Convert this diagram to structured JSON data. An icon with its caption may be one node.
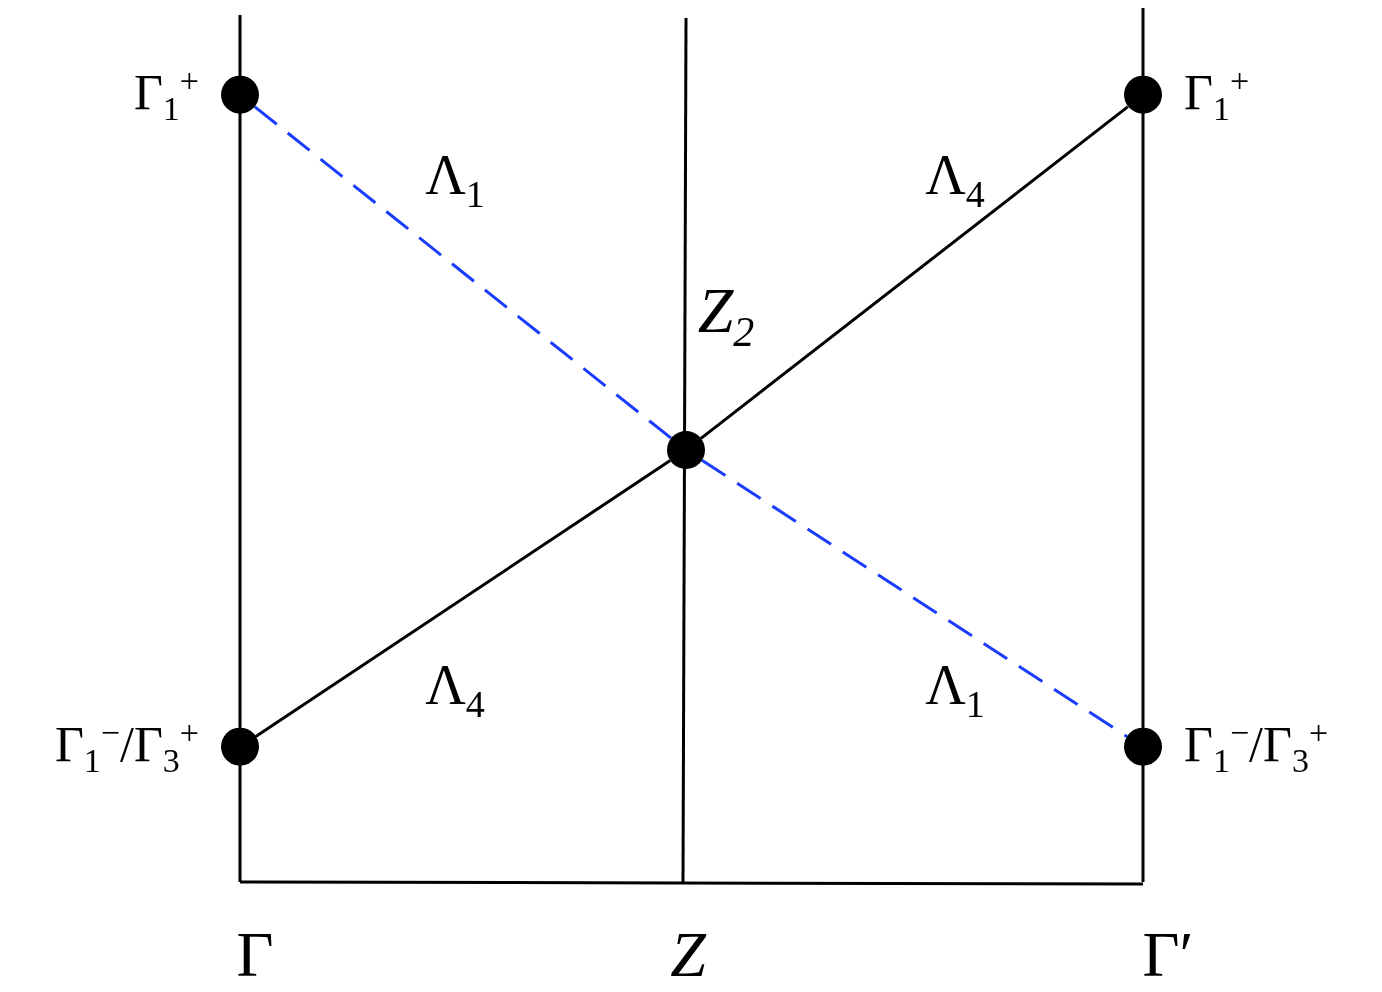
{
  "diagram": {
    "nodes": [
      {
        "text": [],
        "shape": "circle",
        "beside": [
          "Γ$_{1}$$^{+}$"
        ]
      },
      {
        "text": [],
        "shape": "circle",
        "beside": [
          "Γ$_{1}$$^{+}$"
        ]
      },
      {
        "text": [],
        "shape": "circle"
      },
      {
        "text": [],
        "shape": "circle",
        "beside": [
          "Γ$_{1}$$^{−}$/Γ$_{3}$$^{+}$"
        ]
      },
      {
        "text": [],
        "shape": "circle",
        "beside": [
          "Γ$_{1}$$^{−}$/Γ$_{3}$$^{+}$"
        ]
      }
    ],
    "edges": [
      {
        "from": 0,
        "to": 2,
        "arrow": "none",
        "label": "Λ$_{1}$",
        "style": "dashed",
        "color": "#1a3cff"
      },
      {
        "from": 2,
        "to": 4,
        "arrow": "none",
        "label": "Λ$_{1}$",
        "style": "dashed",
        "color": "#1a3cff"
      },
      {
        "from": 3,
        "to": 2,
        "arrow": "none",
        "label": "Λ$_{4}$",
        "color": "#000000"
      },
      {
        "from": 2,
        "to": 1,
        "arrow": "none",
        "label": "Λ$_{4}$",
        "color": "#000000"
      }
    ],
    "labels": [
      "Z$_{2}$",
      "Γ",
      "Z",
      "Γ′"
    ]
  }
}
